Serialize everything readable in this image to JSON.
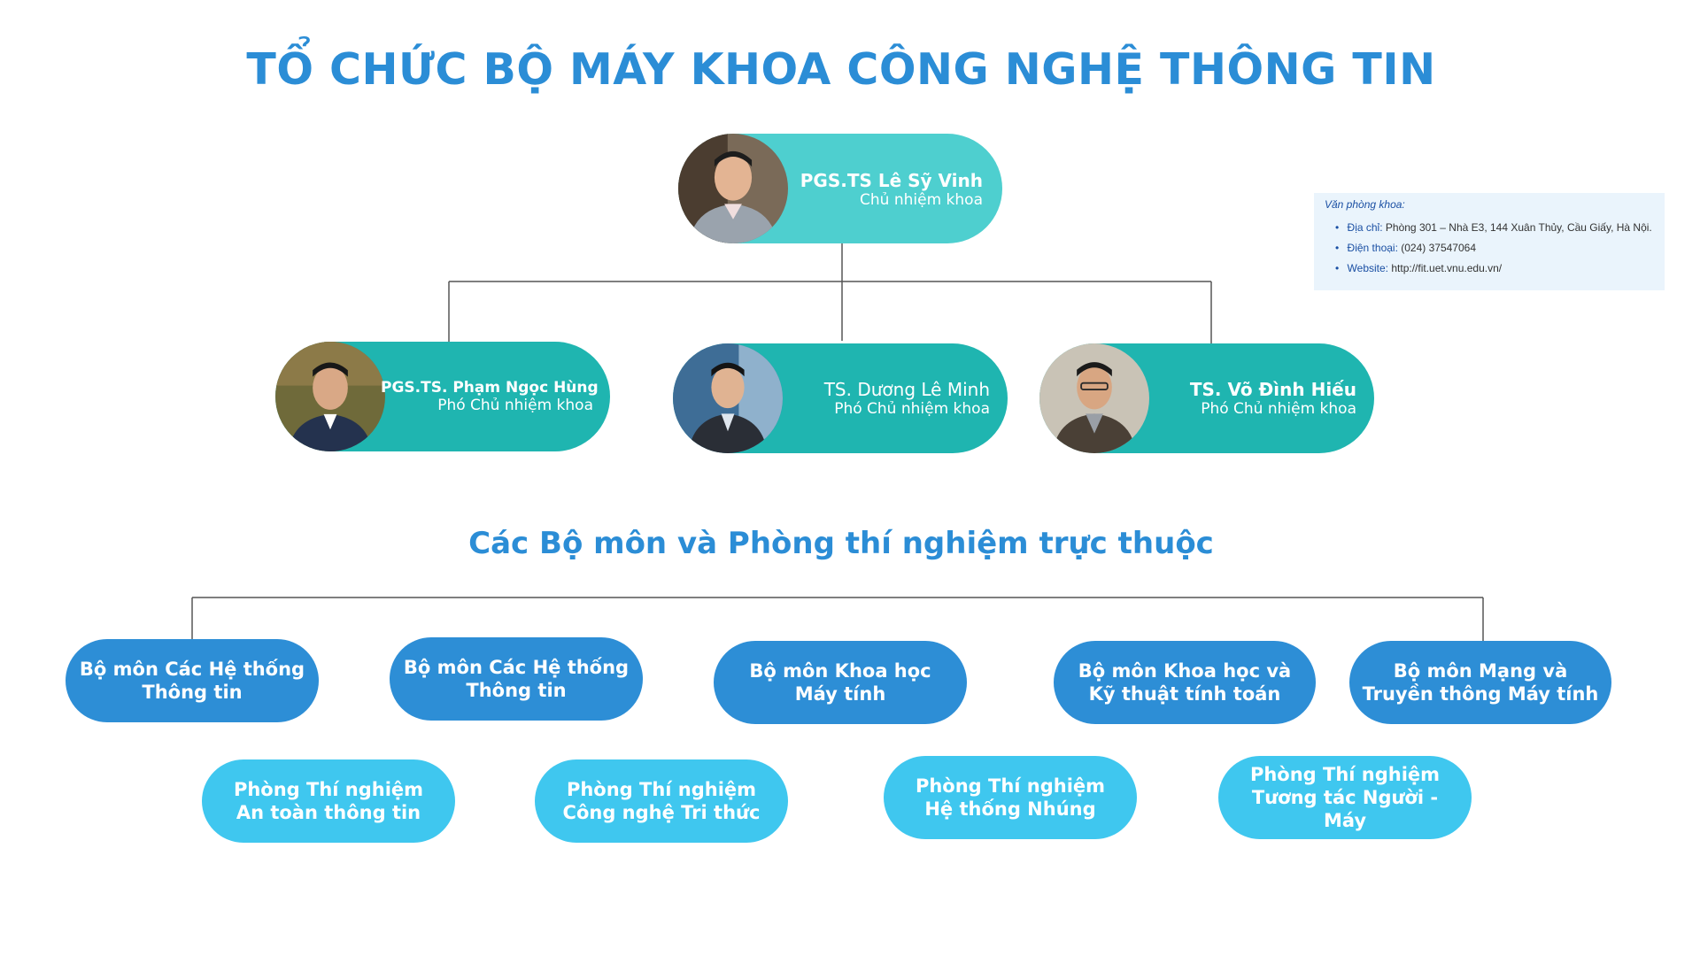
{
  "title": "TỔ CHỨC BỘ MÁY KHOA CÔNG NGHỆ THÔNG TIN",
  "subtitle": "Các Bộ môn và Phòng thí nghiệm trực thuộc",
  "head": {
    "name": "PGS.TS Lê Sỹ Vinh",
    "role": "Chủ nhiệm khoa"
  },
  "deputies": [
    {
      "name": "PGS.TS. Phạm Ngọc Hùng",
      "role": "Phó Chủ nhiệm khoa"
    },
    {
      "name": "TS. Dương Lê Minh",
      "role": "Phó Chủ nhiệm khoa"
    },
    {
      "name": "TS. Võ Đình Hiếu",
      "role": "Phó Chủ nhiệm khoa"
    }
  ],
  "departments": [
    {
      "line1": "Bộ môn Các Hệ thống",
      "line2": "Thông tin"
    },
    {
      "line1": "Bộ môn Các Hệ thống",
      "line2": "Thông tin"
    },
    {
      "line1": "Bộ môn Khoa học",
      "line2": "Máy tính"
    },
    {
      "line1": "Bộ môn Khoa học và",
      "line2": "Kỹ thuật tính toán"
    },
    {
      "line1": "Bộ môn Mạng và",
      "line2": "Truyền thông Máy tính"
    }
  ],
  "labs": [
    {
      "line1": "Phòng Thí nghiệm",
      "line2": "An toàn thông tin"
    },
    {
      "line1": "Phòng Thí nghiệm",
      "line2": "Công nghệ Tri thức"
    },
    {
      "line1": "Phòng Thí nghiệm",
      "line2": "Hệ thống Nhúng"
    },
    {
      "line1": "Phòng Thí nghiệm",
      "line2": "Tương tác Người - Máy"
    }
  ],
  "office": {
    "title": "Văn phòng khoa:",
    "address_label": "Địa chỉ:",
    "address": "Phòng 301 – Nhà E3, 144 Xuân Thủy, Cầu Giấy, Hà Nội.",
    "phone_label": "Điện thoại:",
    "phone": "(024) 37547064",
    "website_label": "Website:",
    "website": "http://fit.uet.vnu.edu.vn/"
  },
  "colors": {
    "title": "#2b8dd6",
    "head_pill": "#4ecfcf",
    "deputy_pill": "#1fb5b0",
    "department": "#2d8ed6",
    "lab": "#3fc7ef",
    "connector": "#555555"
  }
}
